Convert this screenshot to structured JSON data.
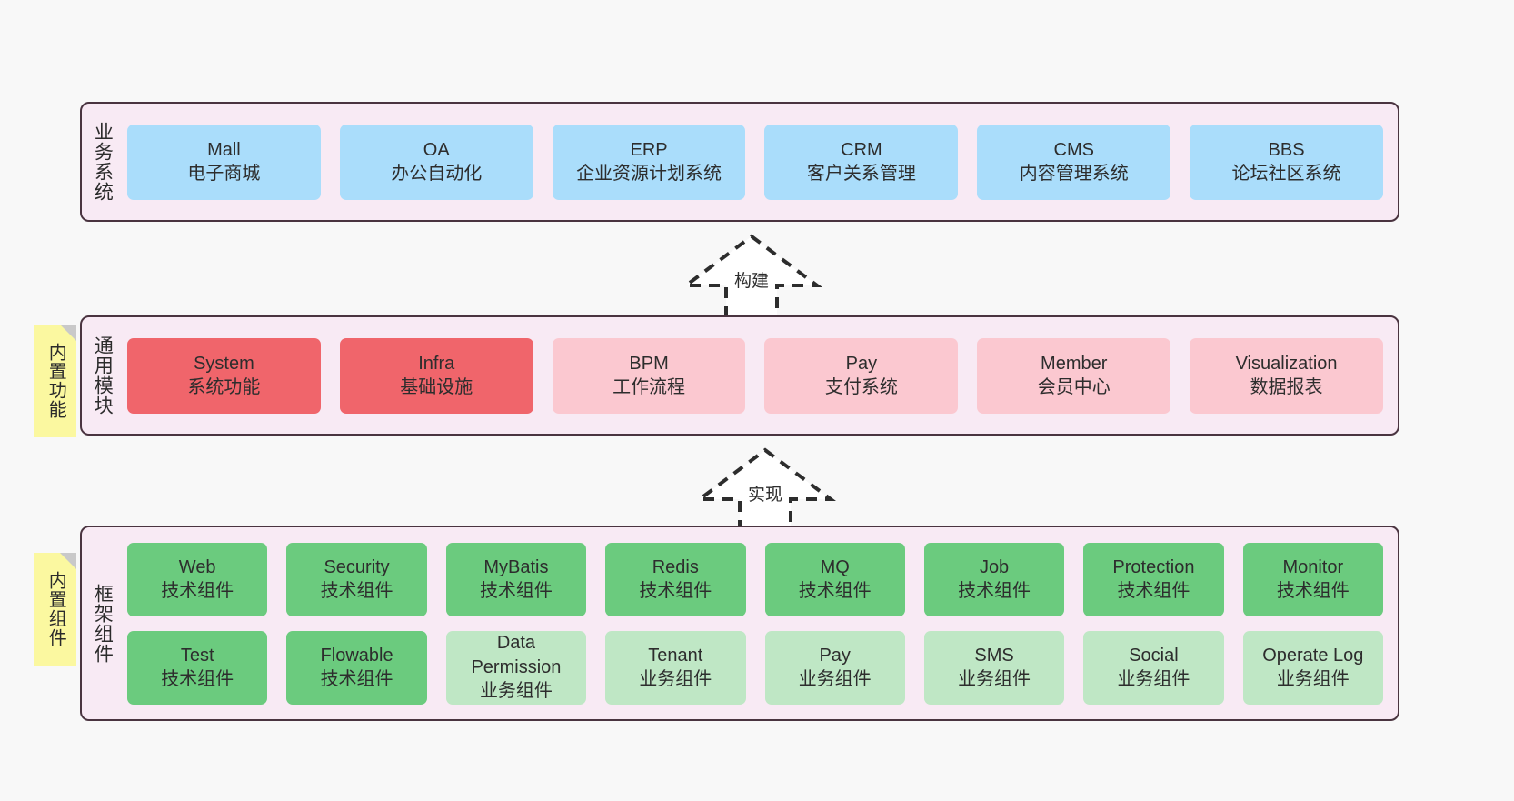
{
  "diagram": {
    "background": "#f8f8f8",
    "layer_fill": "#f8eaf4",
    "layer_border": "#4a3440",
    "note_fill": "#fbf8a0",
    "colors": {
      "business": "#aaddfb",
      "module_core": "#f0656b",
      "module_plain": "#fbc8d0",
      "tech_component": "#6bcb7e",
      "business_component": "#bfe7c5"
    }
  },
  "layers": {
    "business": {
      "title": "业务系统",
      "cards": [
        {
          "en": "Mall",
          "cn": "电子商城",
          "color": "blue"
        },
        {
          "en": "OA",
          "cn": "办公自动化",
          "color": "blue"
        },
        {
          "en": "ERP",
          "cn": "企业资源计划系统",
          "color": "blue"
        },
        {
          "en": "CRM",
          "cn": "客户关系管理",
          "color": "blue"
        },
        {
          "en": "CMS",
          "cn": "内容管理系统",
          "color": "blue"
        },
        {
          "en": "BBS",
          "cn": "论坛社区系统",
          "color": "blue"
        }
      ]
    },
    "modules": {
      "title": "通用模块",
      "note": "内置功能",
      "cards": [
        {
          "en": "System",
          "cn": "系统功能",
          "color": "red"
        },
        {
          "en": "Infra",
          "cn": "基础设施",
          "color": "red"
        },
        {
          "en": "BPM",
          "cn": "工作流程",
          "color": "pink"
        },
        {
          "en": "Pay",
          "cn": "支付系统",
          "color": "pink"
        },
        {
          "en": "Member",
          "cn": "会员中心",
          "color": "pink"
        },
        {
          "en": "Visualization",
          "cn": "数据报表",
          "color": "pink"
        }
      ]
    },
    "framework": {
      "title": "框架组件",
      "note": "内置组件",
      "row1": [
        {
          "en": "Web",
          "cn": "技术组件",
          "color": "green"
        },
        {
          "en": "Security",
          "cn": "技术组件",
          "color": "green"
        },
        {
          "en": "MyBatis",
          "cn": "技术组件",
          "color": "green"
        },
        {
          "en": "Redis",
          "cn": "技术组件",
          "color": "green"
        },
        {
          "en": "MQ",
          "cn": "技术组件",
          "color": "green"
        },
        {
          "en": "Job",
          "cn": "技术组件",
          "color": "green"
        },
        {
          "en": "Protection",
          "cn": "技术组件",
          "color": "green"
        },
        {
          "en": "Monitor",
          "cn": "技术组件",
          "color": "green"
        }
      ],
      "row2": [
        {
          "en": "Test",
          "cn": "技术组件",
          "color": "green"
        },
        {
          "en": "Flowable",
          "cn": "技术组件",
          "color": "green"
        },
        {
          "en": "Data Permission",
          "cn": "业务组件",
          "color": "lgreen"
        },
        {
          "en": "Tenant",
          "cn": "业务组件",
          "color": "lgreen"
        },
        {
          "en": "Pay",
          "cn": "业务组件",
          "color": "lgreen"
        },
        {
          "en": "SMS",
          "cn": "业务组件",
          "color": "lgreen"
        },
        {
          "en": "Social",
          "cn": "业务组件",
          "color": "lgreen"
        },
        {
          "en": "Operate Log",
          "cn": "业务组件",
          "color": "lgreen"
        }
      ]
    }
  },
  "connectors": [
    {
      "label": "构建",
      "from": "modules",
      "to": "business"
    },
    {
      "label": "实现",
      "from": "framework",
      "to": "modules"
    }
  ]
}
